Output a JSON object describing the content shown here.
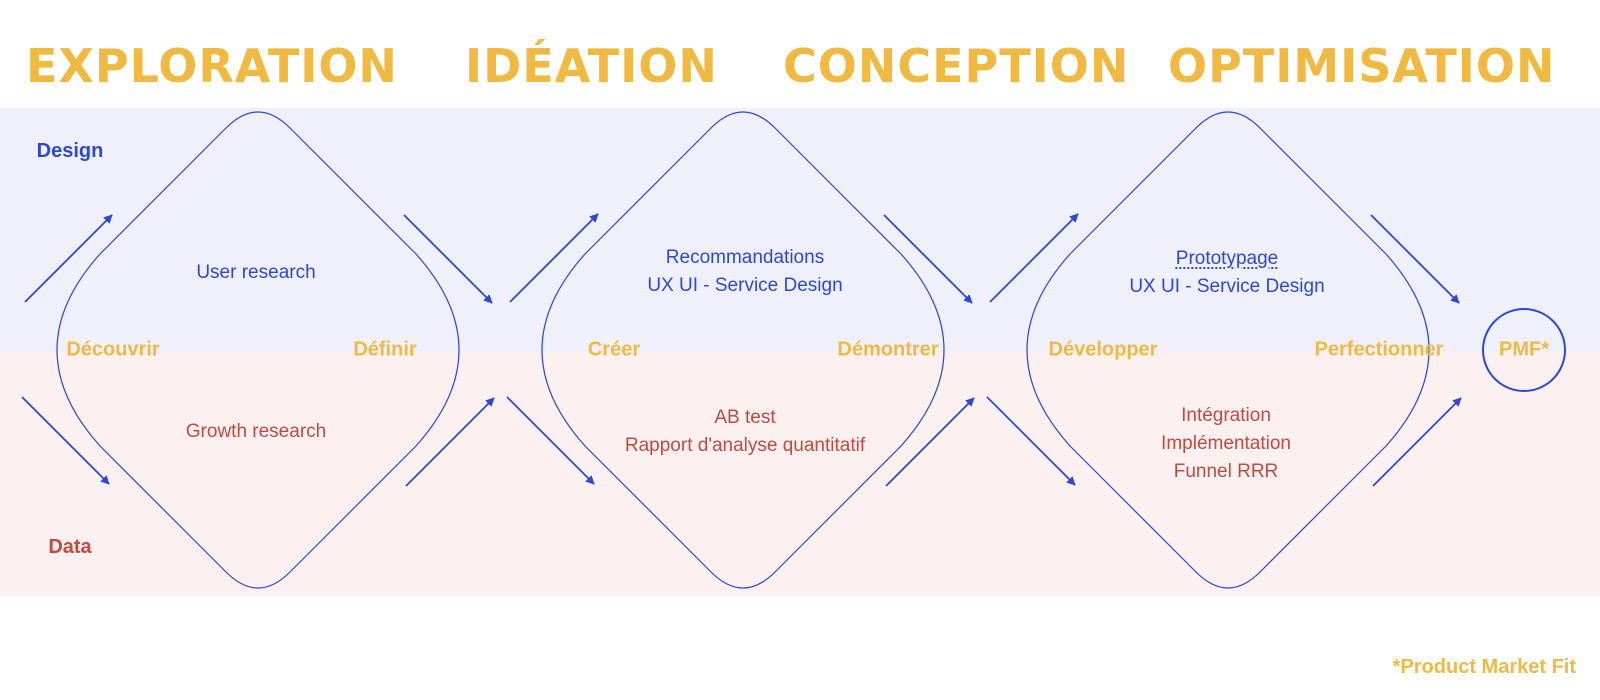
{
  "phases": [
    "EXPLORATION",
    "IDÉATION",
    "CONCEPTION",
    "OPTIMISATION"
  ],
  "lanes": {
    "design": "Design",
    "data": "Data"
  },
  "steps": [
    "Découvrir",
    "Définir",
    "Créer",
    "Démontrer",
    "Développer",
    "Perfectionner"
  ],
  "diamonds": [
    {
      "design": [
        "User research"
      ],
      "data": [
        "Growth research"
      ]
    },
    {
      "design": [
        "Recommandations",
        "UX UI - Service Design"
      ],
      "data": [
        "AB test",
        "Rapport d'analyse quantitatif"
      ]
    },
    {
      "design": [
        "Prototypage",
        "UX UI - Service Design"
      ],
      "data": [
        "Intégration",
        "Implémentation",
        "Funnel RRR"
      ]
    }
  ],
  "end": {
    "label": "PMF*"
  },
  "footnote": "*Product Market Fit",
  "colors": {
    "phase": "#f0b941",
    "design": "#2b48d8",
    "data": "#c24a3f",
    "design_band": "#eff0fc",
    "data_band": "#fcf0f1"
  }
}
